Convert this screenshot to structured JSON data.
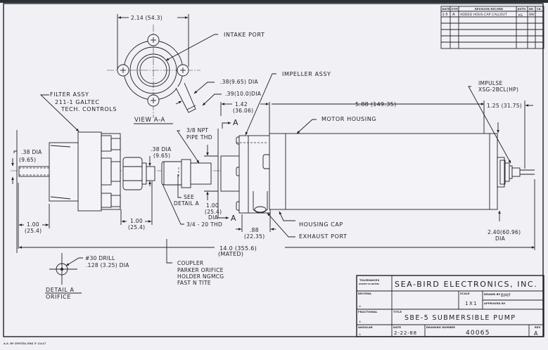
{
  "drawing": {
    "company": "SEA-BIRD ELECTRONICS, INC.",
    "title": "SBE-5 SUBMERSIBLE PUMP",
    "colors": {
      "paper": "#f1f0f4",
      "ink": "#1f1f28",
      "frame": "#15181e"
    }
  },
  "revision_record": {
    "headers": [
      "DATE",
      "SYM",
      "REVISION RECORD",
      "AUTH",
      "DR",
      "CK."
    ],
    "rows": [
      {
        "date": "1-5",
        "sym": "A",
        "record": "ADDED HOUS.CAP CALLOUT",
        "auth": "KS",
        "dr": "BW",
        "ck": ""
      }
    ]
  },
  "title_block": {
    "tolerances_label": "TOLERANCES",
    "tolerances_note": "(EXCEPT AS NOTED)",
    "decimal_label": "DECIMAL",
    "fractional_label": "FRACTIONAL",
    "angular_label": "ANGULAR",
    "pm": "±",
    "scale_label": "SCALE",
    "scale_value": "1X1",
    "drawn_by_label": "DRAWN BY",
    "drawn_by_value": "BMF",
    "approved_by_label": "APPROVED BY",
    "title_label": "TITLE",
    "date_label": "DATE",
    "date_value": "2-22-88",
    "drawing_number_label": "DRAWING NUMBER",
    "drawing_number_value": "40065",
    "rev_label": "REV",
    "rev_value": "A"
  },
  "view_aa": {
    "label": "VIEW A-A",
    "width_dim": "2.14 (54.3)",
    "intake_port": "INTAKE PORT",
    "dia1": ".38(9.65) DIA",
    "dia2": ".39(10.0)DIA"
  },
  "callouts": {
    "filter_line1": "FILTER ASSY",
    "filter_line2": "211-1 GALTEC",
    "filter_line3": "TECH. CONTROLS",
    "impeller": "IMPELLER ASSY",
    "motor_housing": "MOTOR HOUSING",
    "impulse_line1": "IMPULSE",
    "impulse_line2": "XSG-2BCL(HP)",
    "npt_line1": "3/8 NPT",
    "npt_line2": "PIPE THD",
    "see_detail_line1": "SEE",
    "see_detail_line2": "DETAIL A",
    "thread": "3/4 - 20 THD",
    "housing_cap": "HOUSING CAP",
    "exhaust_port": "EXHAUST PORT",
    "coupler_line1": "COUPLER",
    "coupler_line2": "PARKER ORIFICE",
    "coupler_line3": "HOLDER NGMCG",
    "coupler_line4": "FAST N TITE",
    "section_mark": "A"
  },
  "dimensions": {
    "inlet_dia_line1": ".38 DIA",
    "inlet_dia_line2": "(9.65)",
    "inlet_len_line1": "1.00",
    "inlet_len_line2": "(25.4)",
    "filter_gap_line1": "1.00",
    "filter_gap_line2": "(25.4)",
    "coupler_dia_line1": ".38 DIA",
    "coupler_dia_line2": "(9.65)",
    "port_dia_line1": "1.00",
    "port_dia_line2": "(25.4)",
    "port_dia_line3": "DIA",
    "impeller_len_line1": "1.42",
    "impeller_len_line2": "(36.06)",
    "motor_len": "5.88 (149.35)",
    "connector_len": "1.25 (31.75)",
    "cap_len_line1": ".88",
    "cap_len_line2": "(22.35)",
    "overall_line1": "14.0  (355.6)",
    "overall_line2": "(MATED)",
    "body_dia_line1": "2.40(60.96)",
    "body_dia_line2": "DIA"
  },
  "detail_a": {
    "drill_line1": "#30 DRILL",
    "drill_line2": ".128 (3.25) DIA",
    "label_line1": "DETAIL A",
    "label_line2": "ORIFICE"
  },
  "footer_note": "A.A. BY CRYSTAL ENG ® 11x17"
}
